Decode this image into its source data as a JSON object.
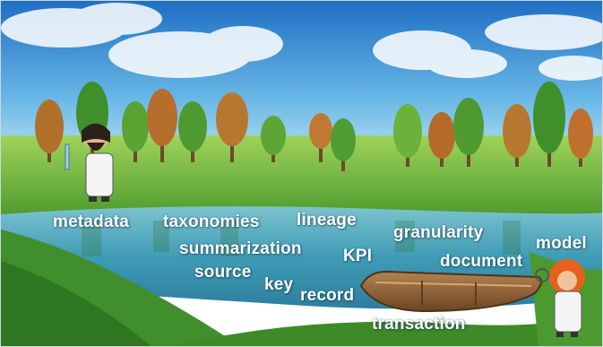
{
  "words": {
    "metadata": "metadata",
    "taxonomies": "taxonomies",
    "lineage": "lineage",
    "granularity": "granularity",
    "model": "model",
    "summarization": "summarization",
    "kpi": "KPI",
    "document": "document",
    "source": "source",
    "key": "key",
    "record": "record",
    "transaction": "transaction"
  },
  "palette": {
    "sky_top": "#1e6fc4",
    "sky_bottom": "#bfe6f5",
    "water": "#3d9ab4",
    "grass": "#3f8f2c",
    "boat": "#8a6038",
    "word_color": "#ffffff"
  },
  "icons": {
    "left_character": "scientist-with-test-tube-icon",
    "right_character": "scientist-with-magnifier-icon",
    "boat": "rowboat-icon"
  }
}
